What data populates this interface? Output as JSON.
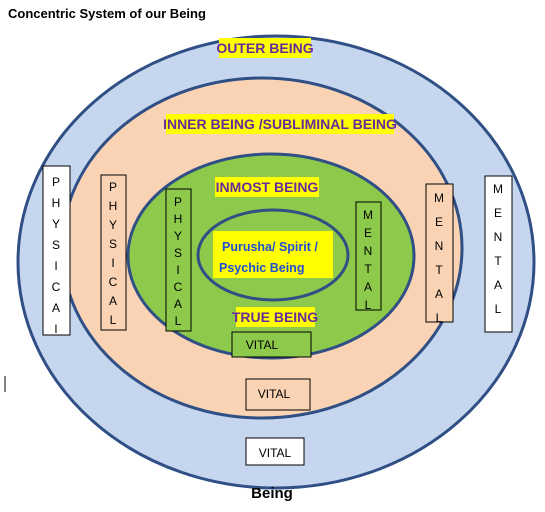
{
  "title": "Concentric System of our Being",
  "footer": "Being",
  "colors": {
    "outer_fill": "#c5d6ee",
    "inner_fill": "#f9d3b4",
    "inmost_fill": "#8dc94a",
    "core_fill": "#8dc94a",
    "stroke": "#2f4f85",
    "highlight": "#ffff00",
    "label_purple": "#6a2a9c",
    "label_blue": "#1f4fd8"
  },
  "layers": {
    "outer": {
      "label": "OUTER BEING",
      "physical": "PHYSICAl",
      "mental": "MENTAL",
      "vital": "VITAL"
    },
    "inner": {
      "label": "INNER BEING /SUBLIMINAL BEING",
      "physical": "PHYSICAL",
      "mental": "MENTAL",
      "vital": "VITAL"
    },
    "inmost": {
      "label": "INMOST BEING",
      "physical": "PHYSICAL",
      "mental": "MENTAL",
      "vital": "VITAL",
      "true_being": "TRUE BEING"
    },
    "core": {
      "line1": "Purusha/ Spirit /",
      "line2": "Psychic Being"
    }
  }
}
